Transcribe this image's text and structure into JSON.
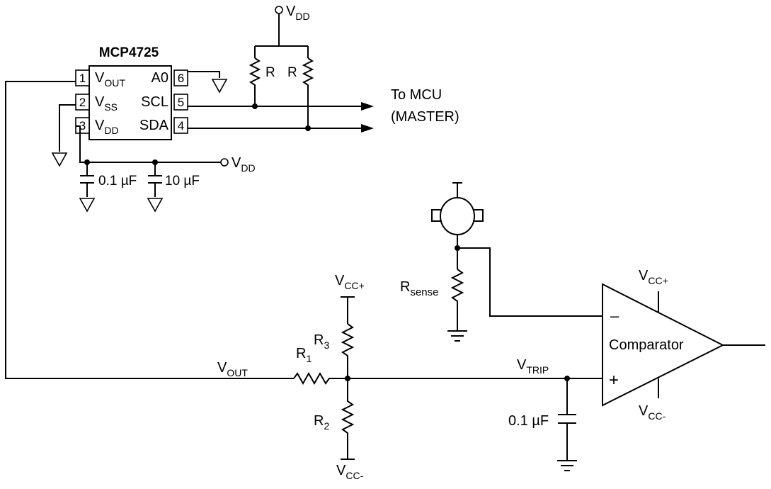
{
  "chip": {
    "name": "MCP4725",
    "pins": {
      "p1": {
        "num": "1",
        "name": "V",
        "sub": "OUT"
      },
      "p2": {
        "num": "2",
        "name": "V",
        "sub": "SS"
      },
      "p3": {
        "num": "3",
        "name": "V",
        "sub": "DD"
      },
      "p4": {
        "num": "4",
        "name": "SDA"
      },
      "p5": {
        "num": "5",
        "name": "SCL"
      },
      "p6": {
        "num": "6",
        "name": "A0"
      }
    }
  },
  "labels": {
    "vdd_top": {
      "main": "V",
      "sub": "DD"
    },
    "vdd_mid": {
      "main": "V",
      "sub": "DD"
    },
    "pullup_r": "R",
    "to_mcu_line1": "To MCU",
    "to_mcu_line2": "(MASTER)",
    "cap_small": "0.1 µF",
    "cap_large": "10 µF",
    "cap_trip": "0.1 µF",
    "vcc_plus_div": {
      "main": "V",
      "sub": "CC+"
    },
    "vcc_minus_div": {
      "main": "V",
      "sub": "CC-"
    },
    "vcc_plus_cmp": {
      "main": "V",
      "sub": "CC+"
    },
    "vcc_minus_cmp": {
      "main": "V",
      "sub": "CC-"
    },
    "rsense": {
      "main": "R",
      "sub": "sense"
    },
    "r1": {
      "main": "R",
      "sub": "1"
    },
    "r2": {
      "main": "R",
      "sub": "2"
    },
    "r3": {
      "main": "R",
      "sub": "3"
    },
    "vout": {
      "main": "V",
      "sub": "OUT"
    },
    "vtrip": {
      "main": "V",
      "sub": "TRIP"
    },
    "comparator": "Comparator",
    "minus_sign": "–",
    "plus_sign": "+"
  }
}
